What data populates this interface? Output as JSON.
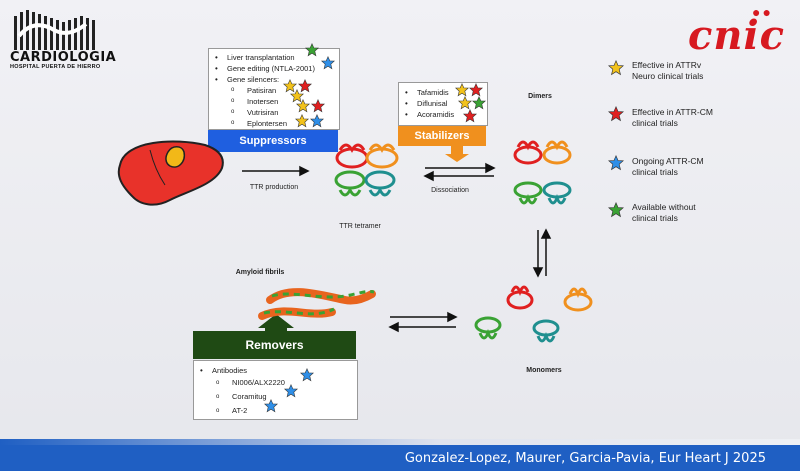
{
  "logo": {
    "name": "CARDIOLOGIA",
    "subtitle": "HOSPITAL PUERTA DE HIERRO"
  },
  "brand": {
    "name": "cnic",
    "color": "#d71920"
  },
  "suppressors": {
    "label": "Suppressors",
    "color": "#1f5fe0",
    "items": [
      "Liver transplantation",
      "Gene editing (NTLA-2001)",
      "Gene silencers:"
    ],
    "subitems": [
      "Patisiran",
      "Inotersen",
      "Vutrisiran",
      "Eplontersen"
    ]
  },
  "stabilizers": {
    "label": "Stabilizers",
    "color": "#f0901e",
    "items": [
      "Tafamidis",
      "Diflunisal",
      "Acoramidis"
    ]
  },
  "removers": {
    "label": "Removers",
    "color": "#1f4a14",
    "items": [
      "Antibodies"
    ],
    "subitems": [
      "NI006/ALX2220",
      "Coramitug",
      "AT-2"
    ]
  },
  "labels": {
    "ttr_production": "TTR production",
    "ttr_tetramer": "TTR tetramer",
    "dissociation": "Dissociation",
    "dimers": "Dimers",
    "monomers": "Monomers",
    "amyloid_fibrils": "Amyloid fibrils"
  },
  "legend": [
    {
      "star": "yellow",
      "text": "Effective in ATTRv Neuro clinical trials"
    },
    {
      "star": "red",
      "text": "Effective in ATTR-CM clinical trials"
    },
    {
      "star": "blue",
      "text": "Ongoing ATTR-CM clinical trials"
    },
    {
      "star": "green",
      "text": "Available without clinical trials"
    }
  ],
  "star_colors": {
    "yellow": "#f2c21b",
    "red": "#e02020",
    "blue": "#2f8fe8",
    "green": "#3aa234"
  },
  "citation": "Gonzalez-Lopez, Maurer, Garcia-Pavia, Eur Heart J 2025"
}
